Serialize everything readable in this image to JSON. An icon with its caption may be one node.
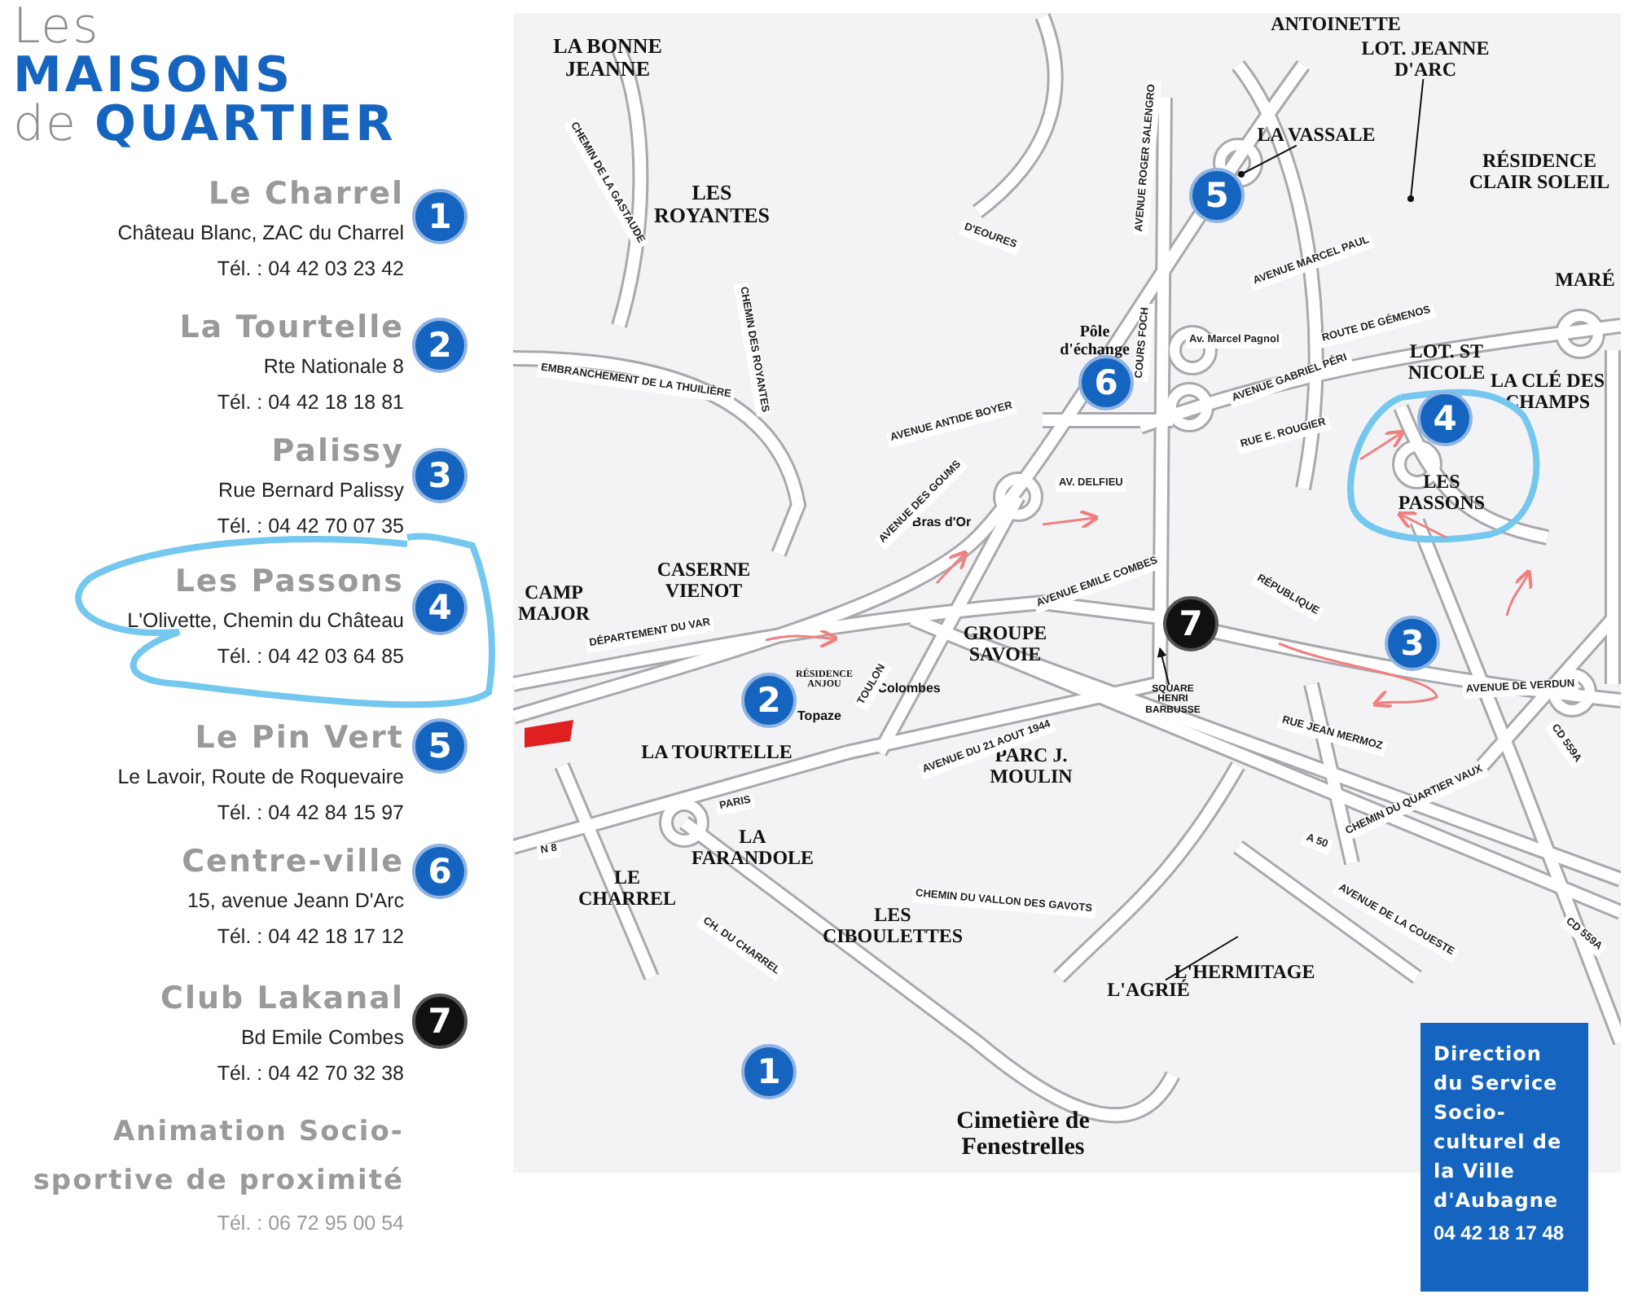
{
  "diagram": {
    "title": "Les **MAISONS** de **QUARTIER**",
    "nodes": [
      {
        "text": [
          "Le Charrel",
          "Château Blanc, ZAC du Charrel",
          "Tél. : 04 42 03 23 42"
        ]
      },
      {
        "text": [
          "La Tourtelle",
          "Rte Nationale 8",
          "Tél. : 04 42 18 18 81"
        ]
      },
      {
        "text": [
          "Palissy",
          "Rue Bernard Palissy",
          "Tél. : 04 42 70 07 35"
        ]
      },
      {
        "text": [
          "Les Passons",
          "L'Olivette, Chemin du Château",
          "Tél. : 04 42 03 64 85"
        ]
      },
      {
        "text": [
          "Le Pin Vert",
          "Le Lavoir, Route de Roquevaire",
          "Tél. : 04 42 84 15 97"
        ]
      },
      {
        "text": [
          "Centre-ville",
          "15, avenue Jeann D'Arc",
          "Tél. : 04 42 18 17 12"
        ]
      },
      {
        "text": [
          "Club Lakanal",
          "Bd Emile Combes",
          "Tél. : 04 42 70 32 38"
        ]
      },
      {
        "text": [
          "Animation Socio-sportive de proximité",
          "Tél. : 06 72 95 00 54"
        ]
      },
      {
        "text": [
          "1"
        ]
      },
      {
        "text": [
          "2"
        ]
      },
      {
        "text": [
          "3"
        ]
      },
      {
        "text": [
          "4"
        ]
      },
      {
        "text": [
          "5"
        ]
      },
      {
        "text": [
          "6"
        ]
      },
      {
        "text": [
          "7"
        ]
      },
      {
        "text": [
          "1"
        ]
      },
      {
        "text": [
          "2"
        ]
      },
      {
        "text": [
          "3"
        ]
      },
      {
        "text": [
          "4"
        ]
      },
      {
        "text": [
          "5"
        ]
      },
      {
        "text": [
          "6"
        ]
      },
      {
        "text": [
          "7"
        ]
      },
      {
        "text": [
          "Direction du Service Socio-culturel de la Ville d'Aubagne",
          "04 42 18 17 48"
        ]
      },
      {
        "text": [
          "LA VASSALE"
        ]
      },
      {
        "text": [
          "LOT. JEANNE D'ARC"
        ]
      },
      {
        "text": [
          "SQUARE HENRI BARBUSSE"
        ]
      },
      {
        "text": [
          "L'AGRIÉ"
        ]
      }
    ],
    "edges": [
      {
        "from": 23,
        "to": null,
        "arrow": "other"
      },
      {
        "from": 24,
        "to": null,
        "arrow": "other"
      },
      {
        "from": 25,
        "to": null,
        "arrow": "to"
      },
      {
        "from": 26,
        "to": null,
        "arrow": "none"
      }
    ],
    "labels": [
      "LA BONNE JEANNE",
      "LES ROYANTES",
      "ANTOINETTE",
      "RÉSIDENCE CLAIR SOLEIL",
      "MARÉ",
      "LOT. ST NICOLE",
      "LA CLÉ DES CHAMPS",
      "LES PASSONS",
      "CASERNE VIENOT",
      "CAMP MAJOR",
      "GROUPE SAVOIE",
      "RÉSIDENCE ANJOU",
      "Colombes",
      "Topaze",
      "LA TOURTELLE",
      "LA FARANDOLE",
      "LE CHARREL",
      "PARC J. MOULIN",
      "LES CIBOULETTES",
      "L'HERMITAGE",
      "Cimetière de Fenestrelles",
      "Pôle d'échange",
      "Bras d'Or",
      "EMBRANCHEMENT DE LA THUILIÈRE",
      "CHEMIN DES ROYANTES",
      "CHEMIN DE LA GASTAUDE",
      "D'EOURES",
      "AVENUE ANTIDE BOYER",
      "AV. DELFIEU",
      "AVENUE DES GOUMS",
      "COURS FOCH",
      "AVENUE ROGER SALENGRO",
      "AVENUE GABRIEL PÉRI",
      "ROUTE DE GÉMENOS",
      "RUE E. ROUGIER",
      "Av. Marcel Pagnol",
      "AVENUE MARCEL PAUL",
      "DÉPARTEMENT DU VAR",
      "AVENUE DU 21 AOUT 1944",
      "TOULON",
      "PARIS",
      "N 8",
      "CH. DU CHARREL",
      "CHEMIN DU VALLON DES GAVOTS",
      "AVENUE EMILE COMBES",
      "RÉPUBLIQUE",
      "AVENUE DE VERDUN",
      "RUE JEAN MERMOZ",
      "CD 559A",
      "A 50",
      "CHEMIN DU QUARTIER VAUX",
      "AVENUE DE LA COUESTE",
      "CD 559A"
    ]
  }
}
